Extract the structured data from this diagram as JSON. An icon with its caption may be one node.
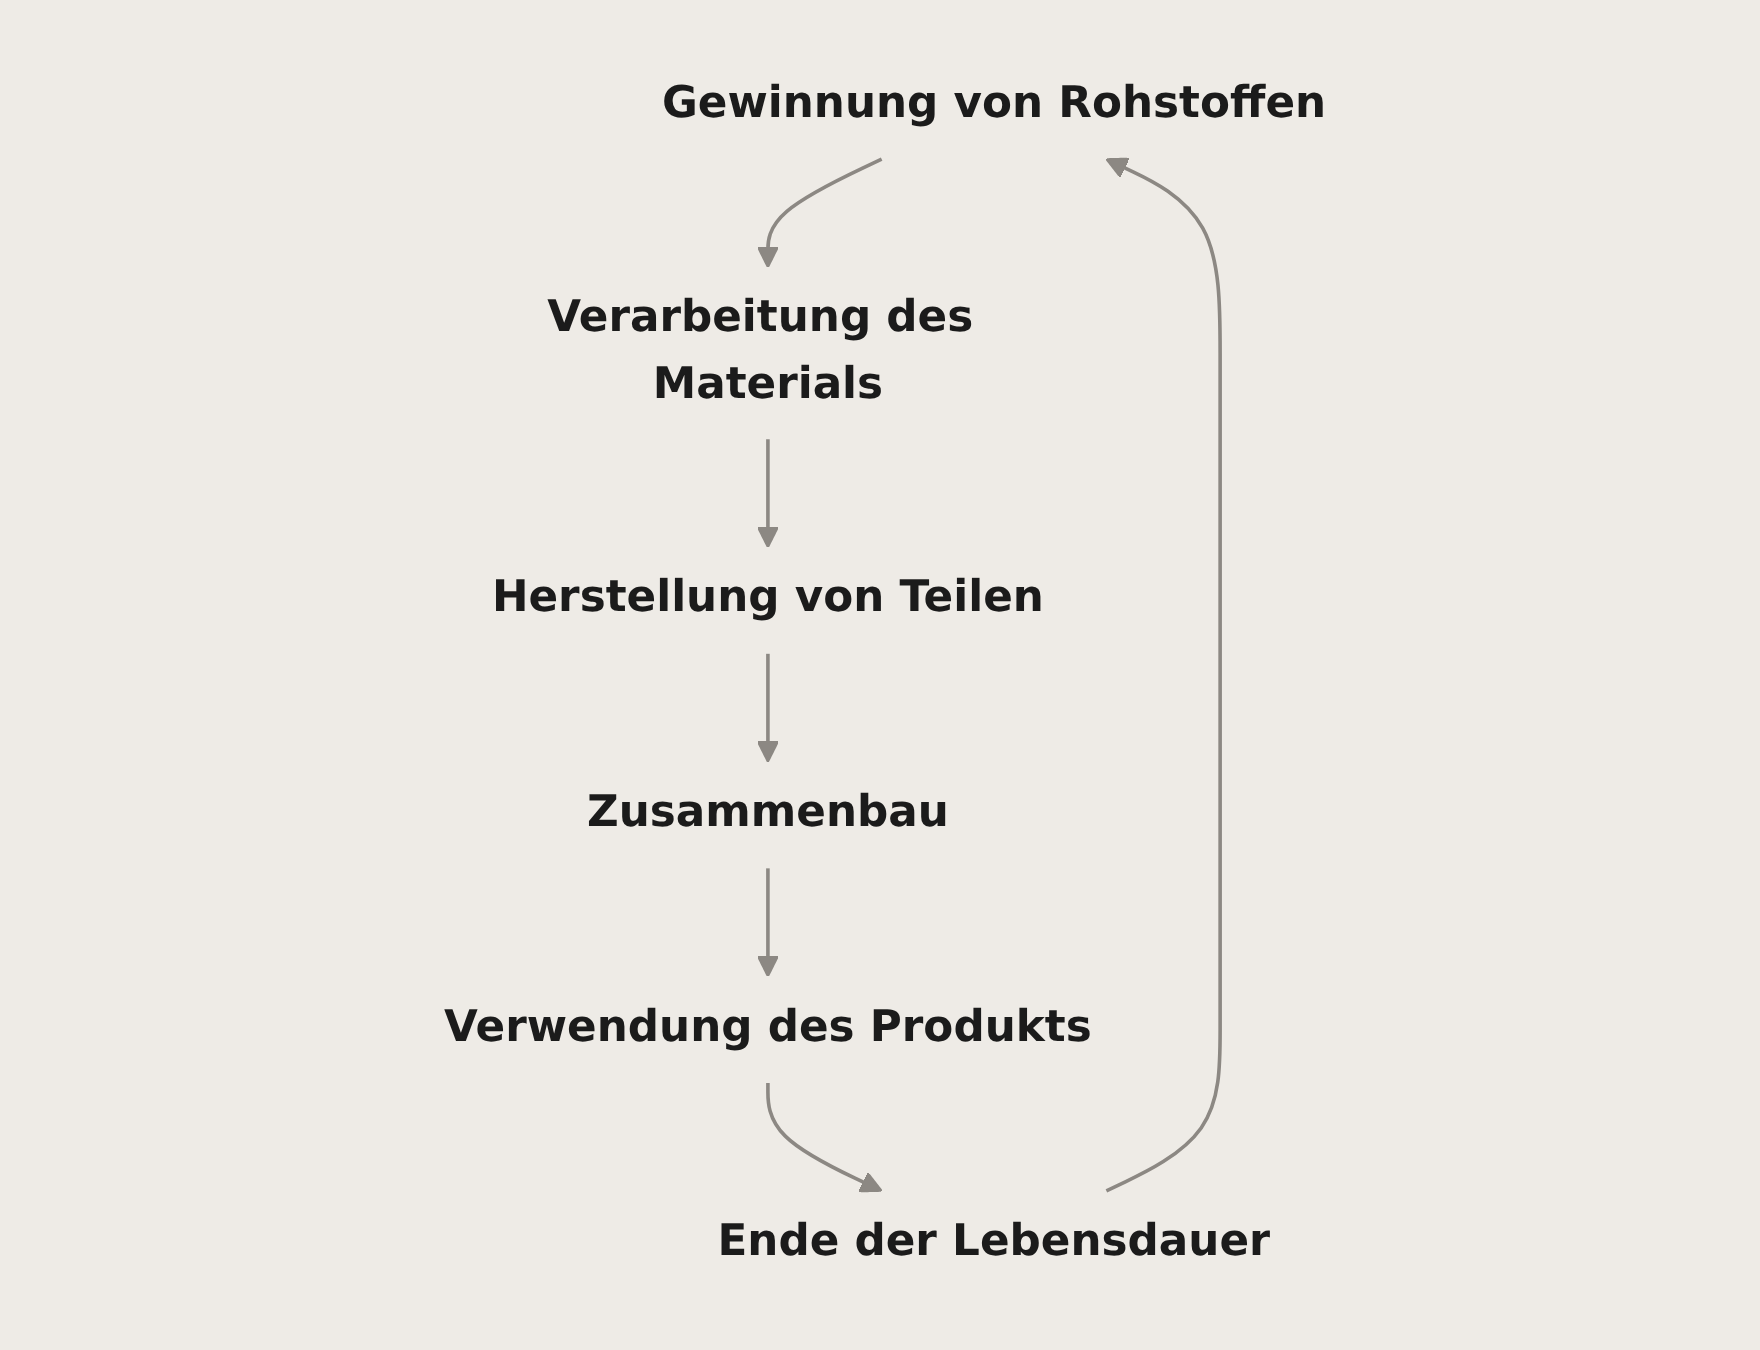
{
  "diagram": {
    "nodes": [
      {
        "text": [
          "Gewinnung von Rohstoffen"
        ]
      },
      {
        "text": [
          "Verarbeitung des Materials"
        ]
      },
      {
        "text": [
          "Herstellung von Teilen"
        ]
      },
      {
        "text": [
          "Zusammenbau"
        ]
      },
      {
        "text": [
          "Verwendung des Produkts"
        ]
      },
      {
        "text": [
          "Ende der Lebensdauer"
        ]
      }
    ],
    "edges": [
      {
        "from": 0,
        "to": 1,
        "arrow": "to"
      },
      {
        "from": 1,
        "to": 2,
        "arrow": "to"
      },
      {
        "from": 2,
        "to": 3,
        "arrow": "to"
      },
      {
        "from": 3,
        "to": 4,
        "arrow": "to"
      },
      {
        "from": 4,
        "to": 5,
        "arrow": "to"
      },
      {
        "from": 5,
        "to": 0,
        "arrow": "to"
      }
    ]
  }
}
